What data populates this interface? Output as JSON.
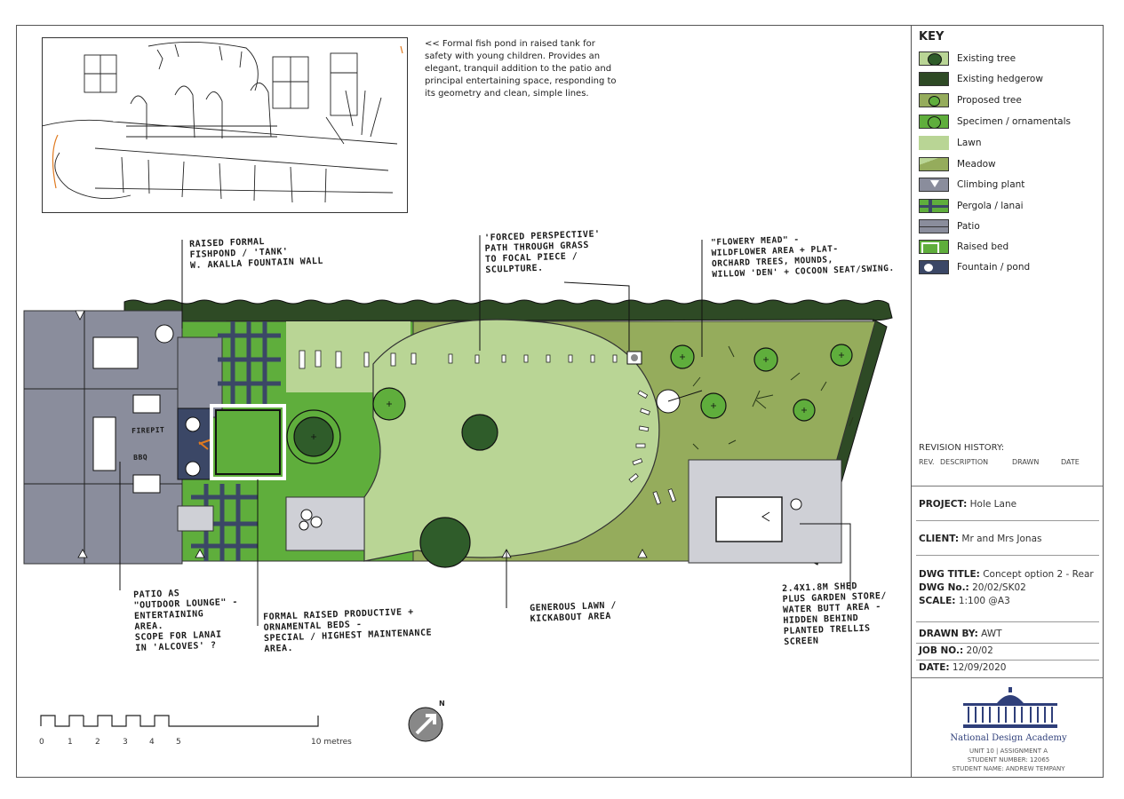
{
  "sketch_note": "<< Formal fish pond in raised tank for safety with young children. Provides an elegant, tranquil addition to the patio and principal entertaining space, responding to its geometry and clean, simple lines.",
  "annotations": {
    "raised_pond": "RAISED FORMAL\nFISHPOND / 'TANK'\nW. AKALLA FOUNTAIN WALL",
    "forced_perspective": "'FORCED PERSPECTIVE'\nPATH THROUGH GRASS\nTO FOCAL PIECE /\nSCULPTURE.",
    "flowery_mead": "\"FLOWERY MEAD\" -\nWILDFLOWER AREA + PLAT-\nORCHARD TREES, MOUNDS,\nWILLOW 'DEN' + COCOON SEAT/SWING.",
    "firepit": "FIREPIT",
    "bbq": "BBQ",
    "patio": "PATIO AS\n\"OUTDOOR LOUNGE\" -\nENTERTAINING\nAREA.\nSCOPE FOR LANAI\nIN 'ALCOVES' ?",
    "formal_beds": "FORMAL RAISED PRODUCTIVE +\nORNAMENTAL BEDS -\nSPECIAL / HIGHEST MAINTENANCE\nAREA.",
    "lawn": "GENEROUS LAWN /\nKICKABOUT AREA",
    "shed": "2.4X1.8M SHED\nPLUS GARDEN STORE/\nWATER BUTT AREA -\nHIDDEN BEHIND\nPLANTED TRELLIS\nSCREEN"
  },
  "key": {
    "title": "KEY",
    "items": [
      {
        "label": "Existing tree",
        "icon": "existing-tree"
      },
      {
        "label": "Existing hedgerow",
        "icon": "existing-hedgerow"
      },
      {
        "label": "Proposed tree",
        "icon": "proposed-tree"
      },
      {
        "label": "Specimen / ornamentals",
        "icon": "specimen"
      },
      {
        "label": "Lawn",
        "icon": "lawn"
      },
      {
        "label": "Meadow",
        "icon": "meadow"
      },
      {
        "label": "Climbing plant",
        "icon": "climbing-plant"
      },
      {
        "label": "Pergola / lanai",
        "icon": "pergola"
      },
      {
        "label": "Patio",
        "icon": "patio"
      },
      {
        "label": "Raised bed",
        "icon": "raised-bed"
      },
      {
        "label": "Fountain / pond",
        "icon": "fountain"
      }
    ]
  },
  "revision": {
    "title": "REVISION HISTORY:",
    "col_rev": "REV.",
    "col_description": "DESCRIPTION",
    "col_drawn": "DRAWN",
    "col_date": "DATE"
  },
  "project": {
    "label": "PROJECT:",
    "value": "Hole Lane"
  },
  "client": {
    "label": "CLIENT:",
    "value": "Mr and Mrs Jonas"
  },
  "dwg_title": {
    "label": "DWG TITLE:",
    "value": "Concept option 2 - Rear"
  },
  "dwg_no": {
    "label": "DWG No.:",
    "value": "20/02/SK02"
  },
  "scale": {
    "label": "SCALE:",
    "value": "1:100 @A3"
  },
  "drawn_by": {
    "label": "DRAWN BY:",
    "value": "AWT"
  },
  "job_no": {
    "label": "JOB NO.:",
    "value": "20/02"
  },
  "date": {
    "label": "DATE:",
    "value": "12/09/2020"
  },
  "logo": {
    "name": "National Design Academy",
    "line1": "UNIT 10 | ASSIGNMENT A",
    "line2": "STUDENT NUMBER: 12065",
    "line3": "STUDENT NAME: ANDREW TEMPANY"
  },
  "scale_bar": {
    "labels": [
      "0",
      "1",
      "2",
      "3",
      "4",
      "5"
    ],
    "end_label": "10 metres"
  },
  "north": "N",
  "colors": {
    "patio": "#8a8d9c",
    "lawn": "#b9d595",
    "meadow": "#95ac5c",
    "bright_green": "#5fae3c",
    "hedge": "#2e4a25",
    "tree": "#2f5c2a",
    "gravel": "#cfd0d6",
    "pergola": "#3b4766"
  }
}
